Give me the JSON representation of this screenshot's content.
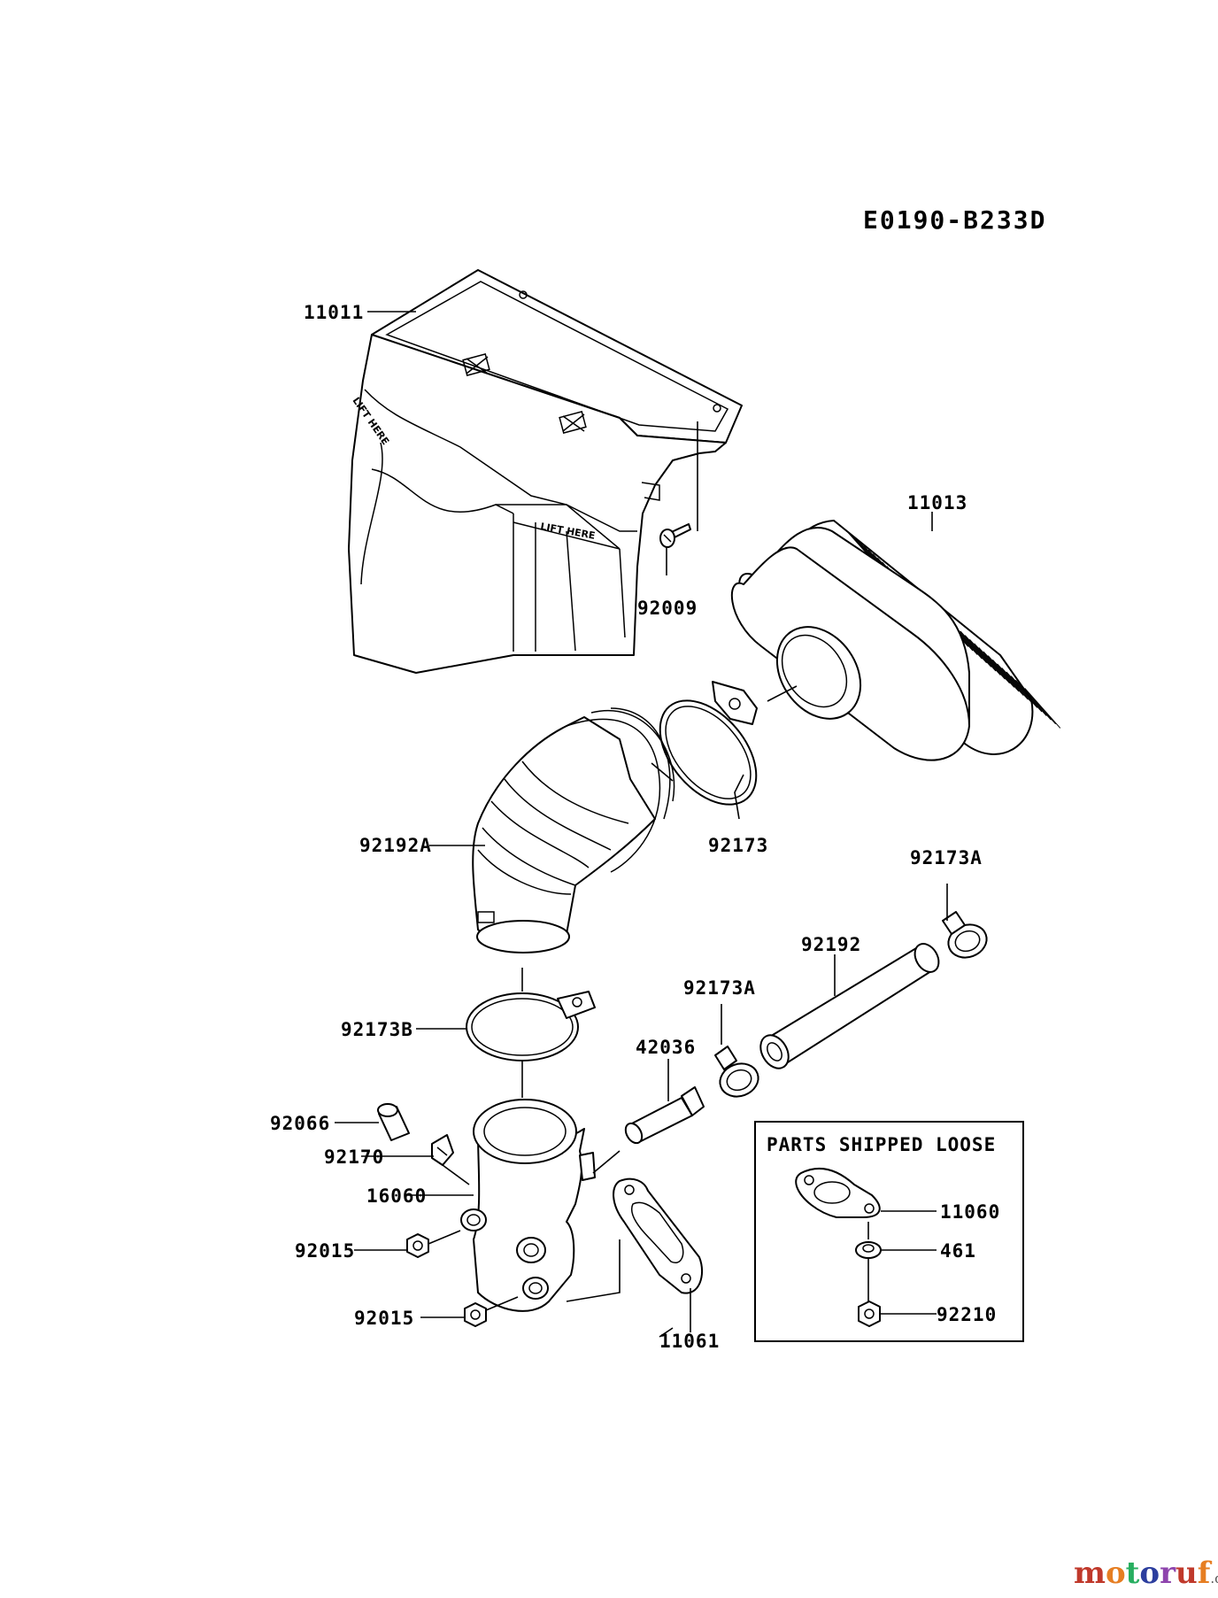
{
  "diagram_code": "E0190-B233D",
  "embossed_text": {
    "lift_here": "LIFT HERE"
  },
  "parts_box_title": "PARTS SHIPPED LOOSE",
  "labels": {
    "p11011": "11011",
    "p11013": "11013",
    "p92009": "92009",
    "p92173": "92173",
    "p92192A": "92192A",
    "p92173A_top": "92173A",
    "p92192": "92192",
    "p92173A_mid": "92173A",
    "p92173B": "92173B",
    "p42036": "42036",
    "p92066": "92066",
    "p92170": "92170",
    "p16060": "16060",
    "p92015_a": "92015",
    "p92015_b": "92015",
    "p11061": "11061",
    "p11060": "11060",
    "p461": "461",
    "p92210": "92210"
  },
  "watermark": {
    "brand": "motoruf",
    "suffix": ".de",
    "colors": [
      "#c0392b",
      "#e67e22",
      "#27ae60",
      "#2c3e9e",
      "#8e44ad"
    ]
  }
}
